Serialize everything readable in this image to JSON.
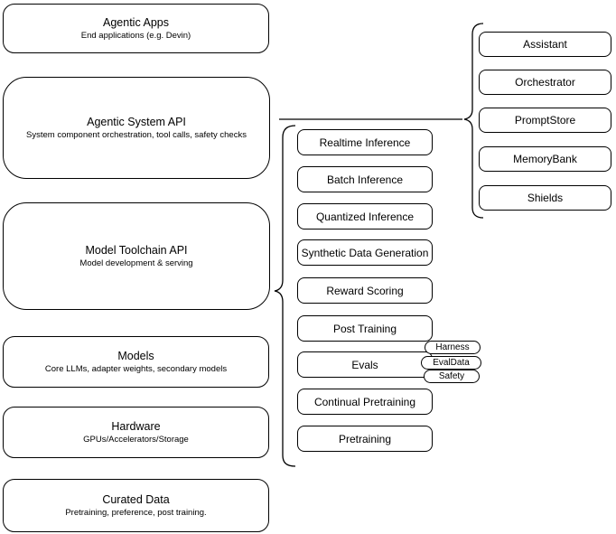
{
  "diagram": {
    "left_column": [
      {
        "title": "Agentic Apps",
        "subtitle": "End applications (e.g. Devin)"
      },
      {
        "title": "Agentic System API",
        "subtitle": "System component orchestration, tool calls, safety checks"
      },
      {
        "title": "Model Toolchain API",
        "subtitle": "Model development & serving"
      },
      {
        "title": "Models",
        "subtitle": "Core LLMs, adapter weights, secondary models"
      },
      {
        "title": "Hardware",
        "subtitle": "GPUs/Accelerators/Storage"
      },
      {
        "title": "Curated Data",
        "subtitle": "Pretraining, preference, post training."
      }
    ],
    "toolchain_items": [
      "Realtime Inference",
      "Batch Inference",
      "Quantized Inference",
      "Synthetic Data Generation",
      "Reward Scoring",
      "Post Training",
      "Evals",
      "Continual Pretraining",
      "Pretraining"
    ],
    "eval_tags": [
      "Harness",
      "EvalData",
      "Safety"
    ],
    "system_components": [
      "Assistant",
      "Orchestrator",
      "PromptStore",
      "MemoryBank",
      "Shields"
    ],
    "colors": {
      "stroke": "#000000",
      "fill": "#ffffff",
      "background": "#ffffff"
    }
  }
}
